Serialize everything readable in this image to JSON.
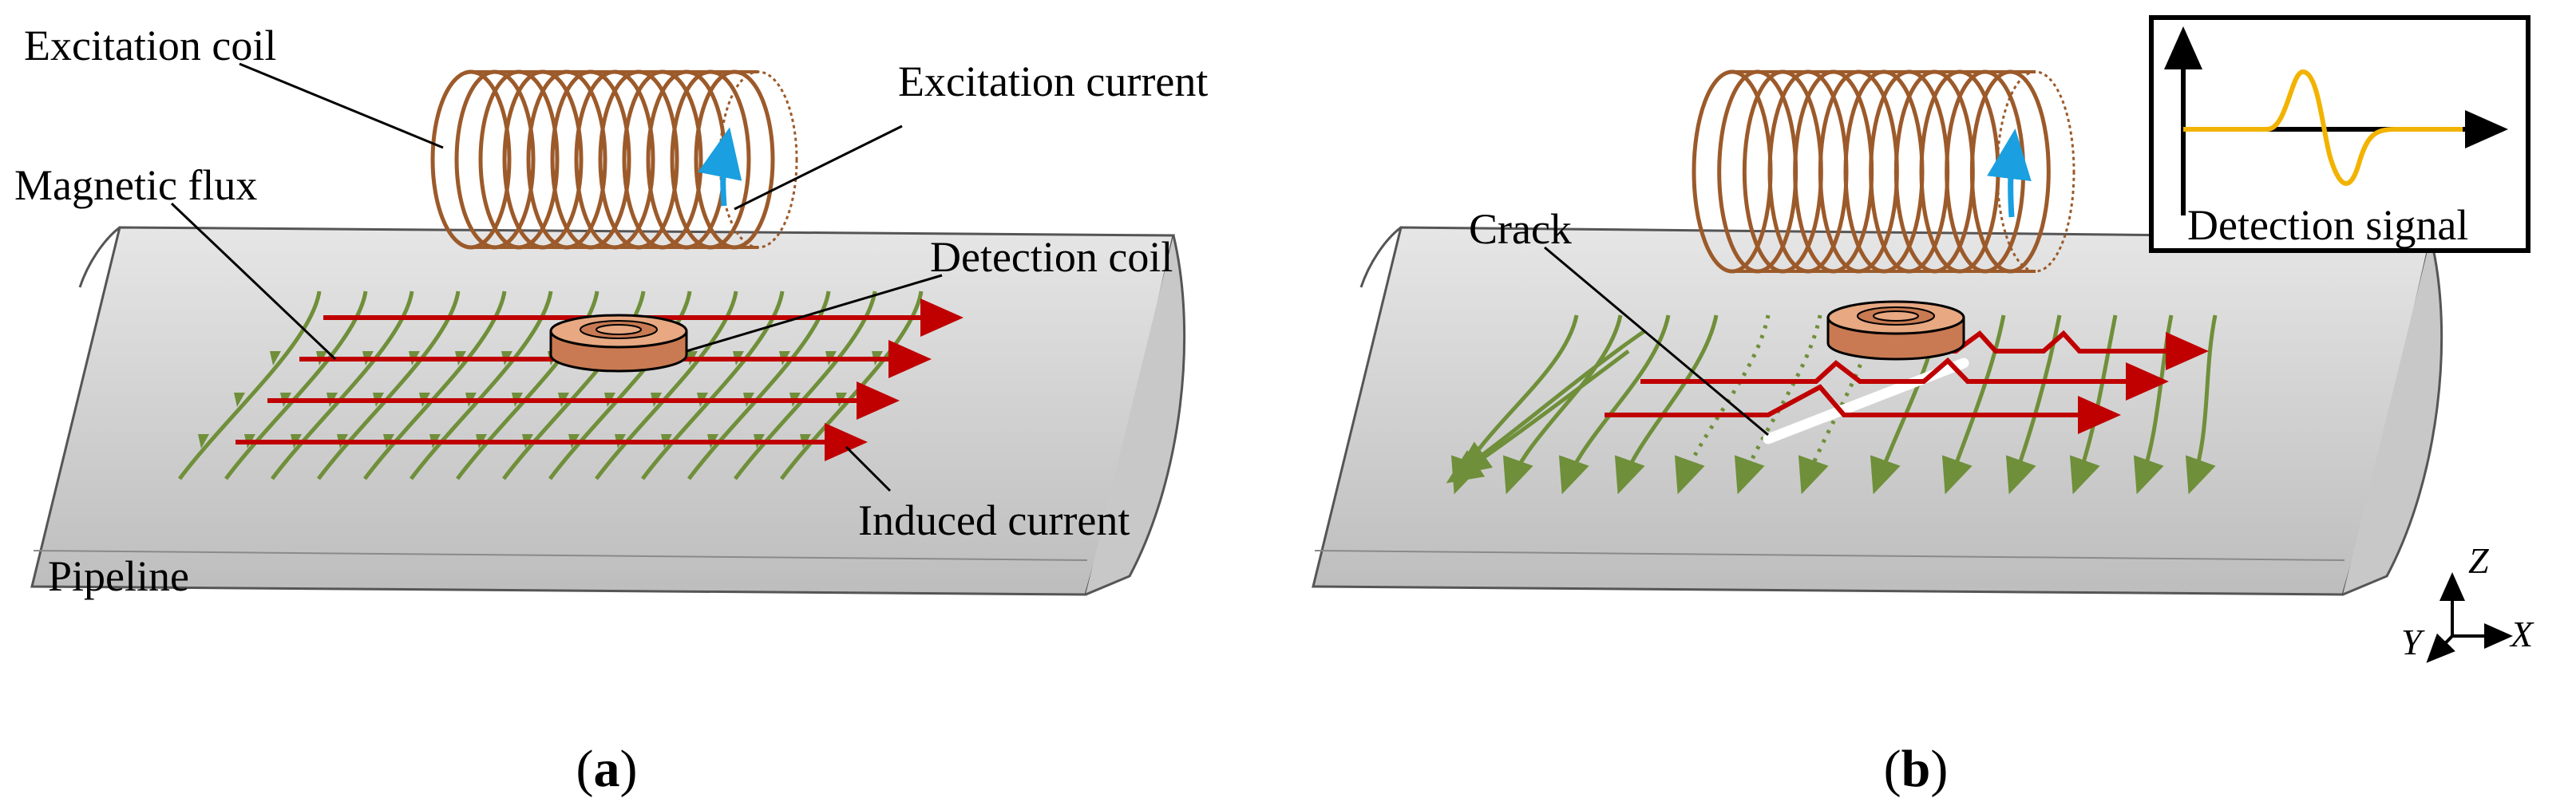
{
  "panel_a": {
    "caption_open": "(",
    "caption_letter": "a",
    "caption_close": ")",
    "labels": {
      "excitation_coil": "Excitation coil",
      "excitation_current": "Excitation current",
      "magnetic_flux": "Magnetic flux",
      "detection_coil": "Detection coil",
      "induced_current": "Induced current",
      "pipeline": "Pipeline"
    }
  },
  "panel_b": {
    "caption_open": "(",
    "caption_letter": "b",
    "caption_close": ")",
    "labels": {
      "crack": "Crack",
      "detection_signal": "Detection signal"
    }
  },
  "axes": {
    "z": "Z",
    "y": "Y",
    "x": "X"
  },
  "colors": {
    "pipe_fill": "#d4d4d4",
    "pipe_edge": "#555555",
    "coil": "#9c5a2a",
    "flux": "#6f8f3a",
    "induced": "#c00000",
    "current_arrow": "#1a9fe0",
    "detection_coil": "#d9926a",
    "signal": "#f2b300",
    "crack": "#ffffff"
  }
}
